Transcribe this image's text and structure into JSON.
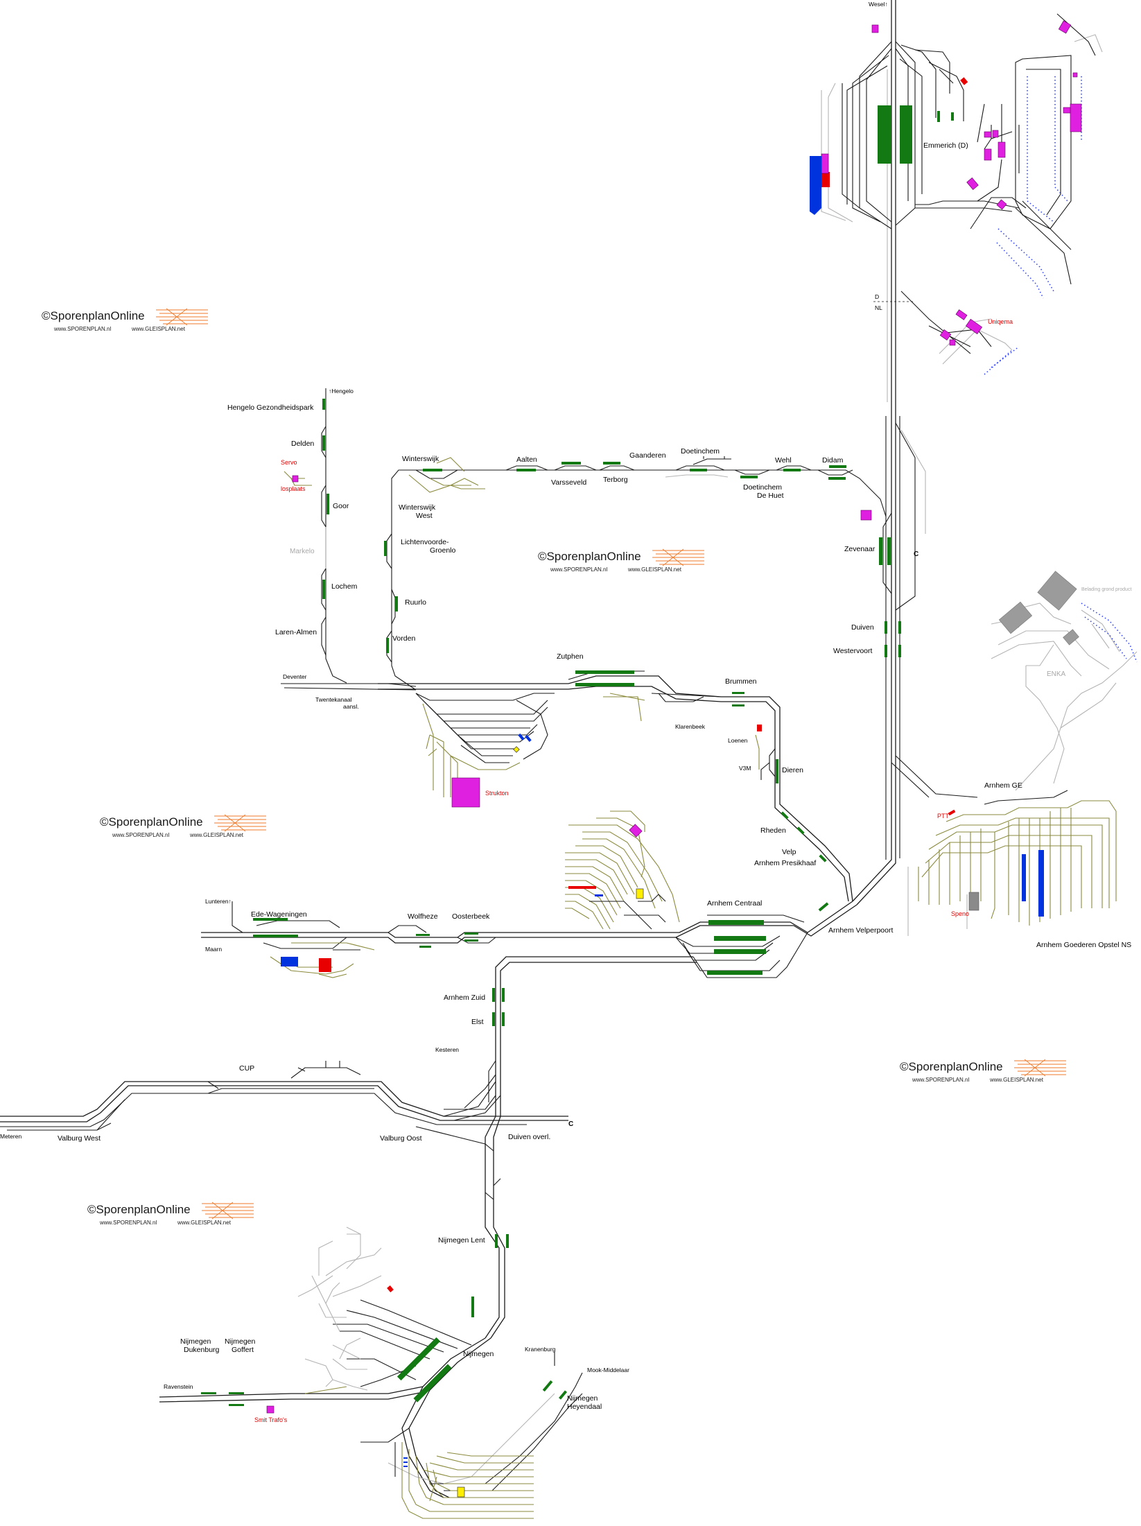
{
  "colors": {
    "track": "#1a1a1a",
    "yard_track": "#8a8a3c",
    "disused_track": "#b4b4b4",
    "platform": "#137a13",
    "building": "#e020e0",
    "label_red": "#e00000",
    "blue_marker": "#0033dd",
    "watermark_accent": "#ef7a2a"
  },
  "watermark": {
    "title": "©SporenplanOnline",
    "url_left": "www.SPORENPLAN.nl",
    "url_right": "www.GLEISPLAN.net"
  },
  "stations": {
    "wesel": "Wesel↑",
    "emmerich": "Emmerich (D)",
    "uniqema": "Uniqema",
    "border_d": "D",
    "border_nl": "NL",
    "hengelo": "↑Hengelo",
    "hengelo_gz": "Hengelo Gezondheidspark",
    "delden": "Delden",
    "servo": "Servo",
    "losplaats": "losplaats",
    "goor": "Goor",
    "markelo": "Markelo",
    "lochem": "Lochem",
    "laren_almen": "Laren-Almen",
    "deventer": "Deventer",
    "twentekanaal": "Twentekanaal",
    "aansl": "aansl.",
    "winterswijk": "Winterswijk",
    "winterswijk_west_1": "Winterswijk",
    "winterswijk_west_2": "West",
    "lichtenvoorde_1": "Lichtenvoorde-",
    "lichtenvoorde_2": "Groenlo",
    "ruurlo": "Ruurlo",
    "vorden": "Vorden",
    "aalten": "Aalten",
    "varsseveld": "Varsseveld",
    "terborg": "Terborg",
    "gaanderen": "Gaanderen",
    "doetinchem": "Doetinchem",
    "doetinchem_dh_1": "Doetinchem",
    "doetinchem_dh_2": "De Huet",
    "wehl": "Wehl",
    "didam": "Didam",
    "zevenaar": "Zevenaar",
    "c_marker": "C",
    "duiven": "Duiven",
    "westervoort": "Westervoort",
    "zutphen": "Zutphen",
    "brummen": "Brummen",
    "klarenbeek": "Klarenbeek",
    "loenen": "Loenen",
    "v3m": "V3M",
    "dieren": "Dieren",
    "strukton": "Strukton",
    "rheden": "Rheden",
    "velp": "Velp",
    "presikhaaf": "Arnhem Presikhaaf",
    "arnhem_ge": "Arnhem GE",
    "ptt": "PTT",
    "speno": "Speno",
    "goederen_opstel": "Arnhem Goederen Opstel NS",
    "enka": "ENKA",
    "beladingsgrond": "Belading grond product",
    "lunteren": "Lunteren↑",
    "ede_wageningen": "Ede-Wageningen",
    "maarn": "Maarn",
    "wolfheze": "Wolfheze",
    "oosterbeek": "Oosterbeek",
    "arnhem_centraal": "Arnhem Centraal",
    "velperpoort": "Arnhem Velperpoort",
    "arnhem_zuid": "Arnhem Zuid",
    "elst": "Elst",
    "kesteren": "Kesteren",
    "cup": "CUP",
    "meteren": "Meteren",
    "valburg_west": "Valburg West",
    "valburg_oost": "Valburg Oost",
    "duiven_overl": "Duiven overl.",
    "nijmegen_lent": "Nijmegen Lent",
    "nijmegen": "Nijmegen",
    "dukenburg_1": "Nijmegen",
    "dukenburg_2": "Dukenburg",
    "goffert_1": "Nijmegen",
    "goffert_2": "Goffert",
    "ravenstein": "Ravenstein",
    "smit_trafo": "Smit Trafo's",
    "kranenburg": "Kranenburg",
    "mook": "Mook-Middelaar",
    "heyendaal_1": "Nijmegen",
    "heyendaal_2": "Heyendaal"
  }
}
